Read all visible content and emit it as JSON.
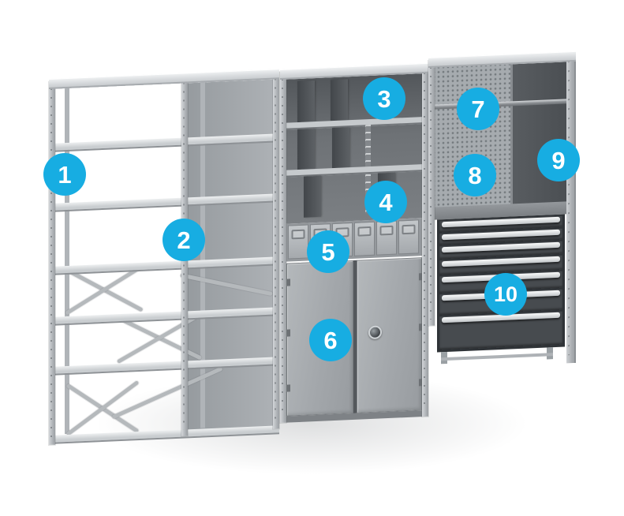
{
  "callouts": [
    {
      "label": "1"
    },
    {
      "label": "2"
    },
    {
      "label": "3"
    },
    {
      "label": "4"
    },
    {
      "label": "5"
    },
    {
      "label": "6"
    },
    {
      "label": "7"
    },
    {
      "label": "8"
    },
    {
      "label": "9"
    },
    {
      "label": "10"
    }
  ],
  "colors": {
    "badge_fill": "#17ade2",
    "badge_text": "#ffffff",
    "metal_light": "#d5d8db",
    "metal_medium": "#b2b6ba",
    "interior_dark": "#5a5e62",
    "pegboard_gray": "#a6abaf",
    "drawer_cabinet_dark": "#2f3337",
    "drawer_handle_light": "#eef0f2",
    "background": "#ffffff",
    "floor_shadow": "#dcdee0"
  }
}
